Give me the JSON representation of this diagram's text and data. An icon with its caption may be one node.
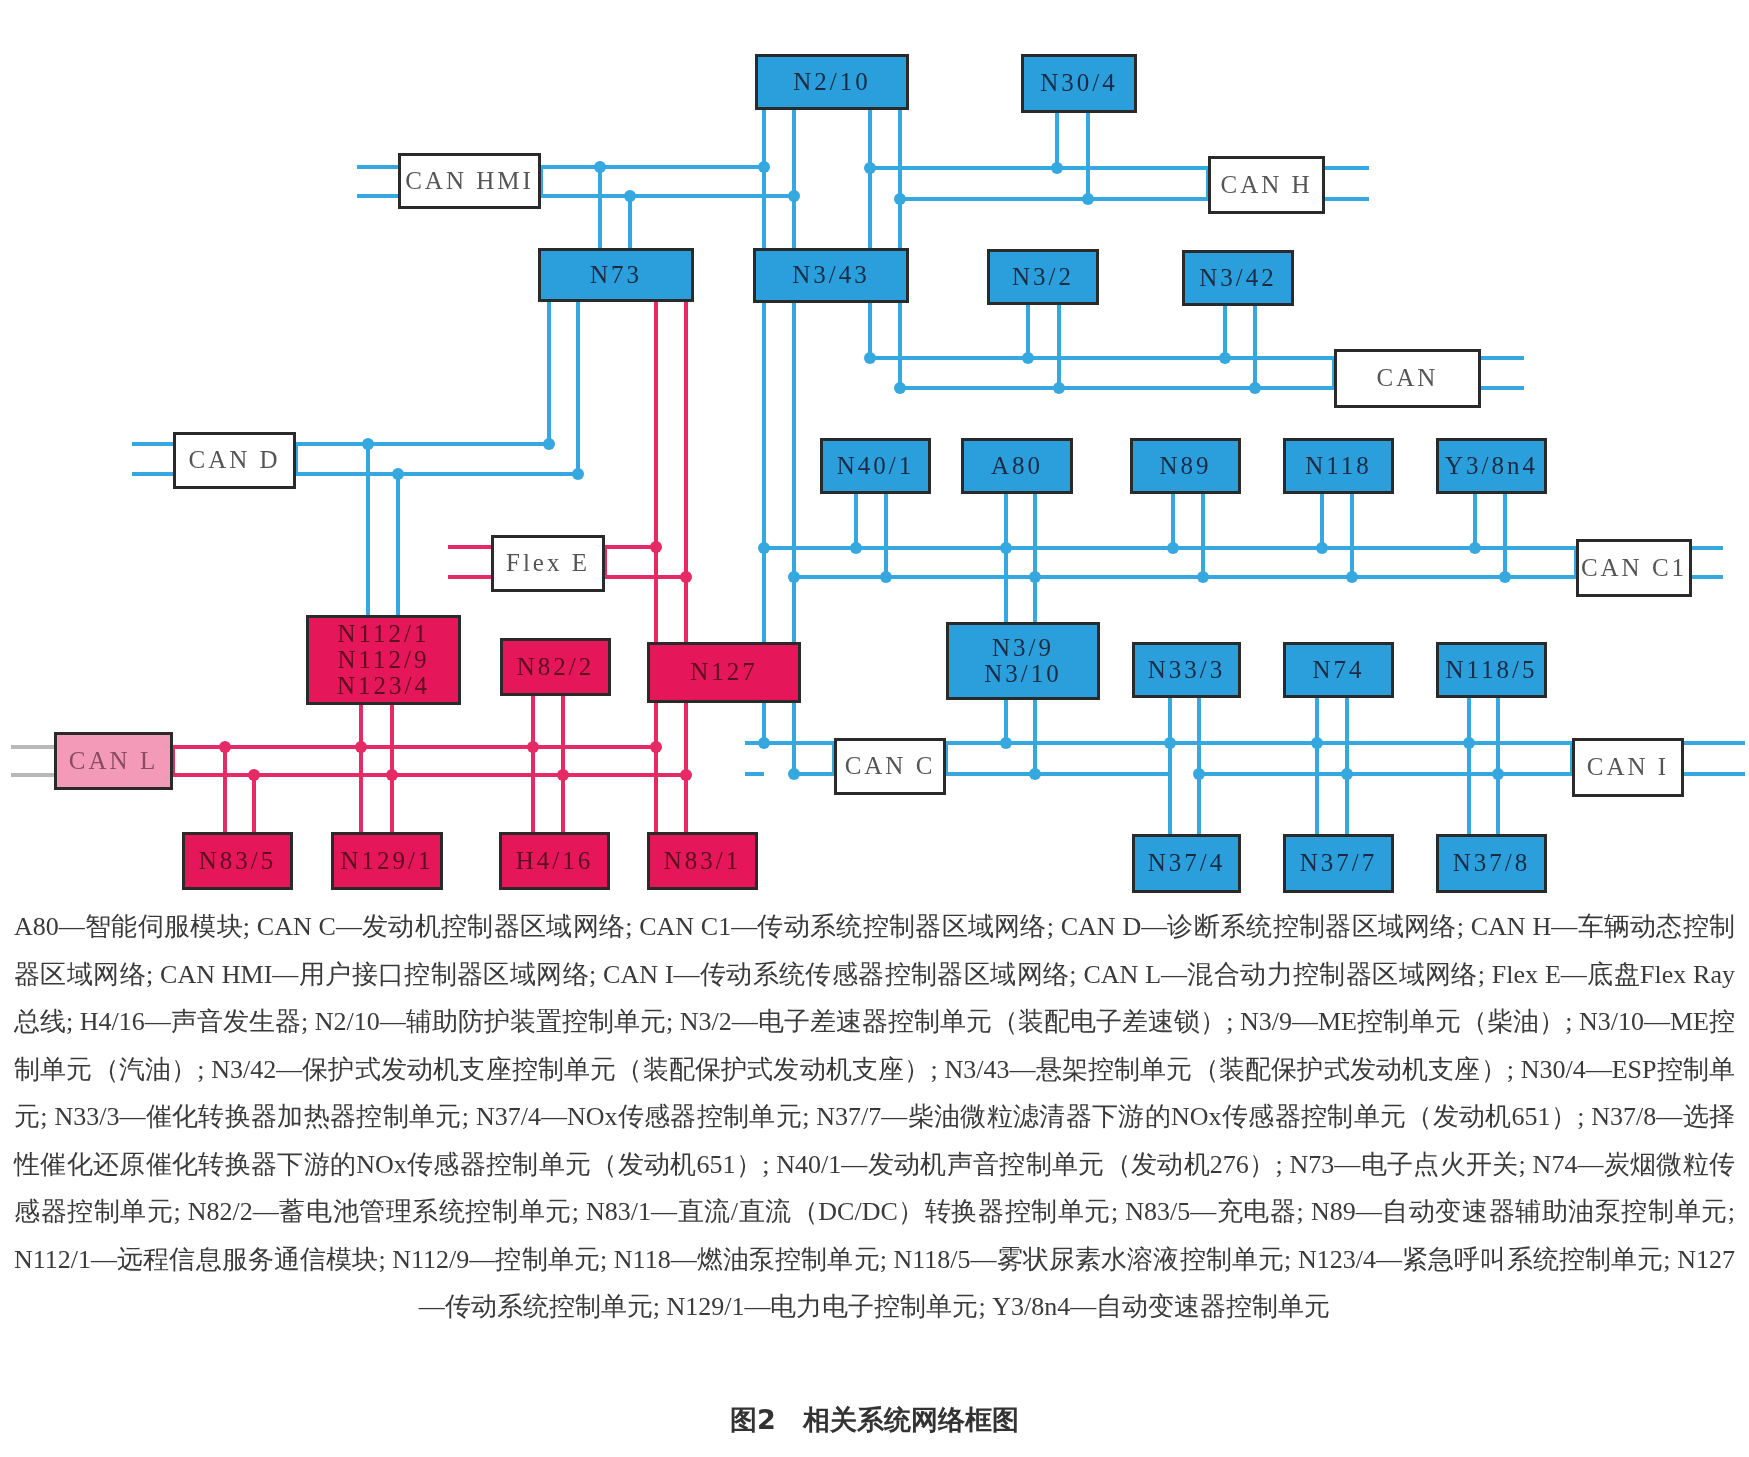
{
  "diagram": {
    "caption": "图2　相关系统网络框图",
    "nodes": [
      {
        "text": [
          "N2/10"
        ]
      },
      {
        "text": [
          "N30/4"
        ]
      },
      {
        "text": [
          "CAN HMI"
        ]
      },
      {
        "text": [
          "CAN H"
        ]
      },
      {
        "text": [
          "N73"
        ]
      },
      {
        "text": [
          "N3/43"
        ]
      },
      {
        "text": [
          "N3/2"
        ]
      },
      {
        "text": [
          "N3/42"
        ]
      },
      {
        "text": [
          "CAN"
        ]
      },
      {
        "text": [
          "CAN D"
        ]
      },
      {
        "text": [
          "N40/1"
        ]
      },
      {
        "text": [
          "A80"
        ]
      },
      {
        "text": [
          "N89"
        ]
      },
      {
        "text": [
          "N118"
        ]
      },
      {
        "text": [
          "Y3/8n4"
        ]
      },
      {
        "text": [
          "Flex E"
        ]
      },
      {
        "text": [
          "CAN C1"
        ]
      },
      {
        "text": [
          "N112/1",
          "N112/9",
          "N123/4"
        ]
      },
      {
        "text": [
          "N82/2"
        ]
      },
      {
        "text": [
          "N127"
        ]
      },
      {
        "text": [
          "N3/9",
          "N3/10"
        ]
      },
      {
        "text": [
          "N33/3"
        ]
      },
      {
        "text": [
          "N74"
        ]
      },
      {
        "text": [
          "N118/5"
        ]
      },
      {
        "text": [
          "CAN L"
        ]
      },
      {
        "text": [
          "CAN C"
        ]
      },
      {
        "text": [
          "CAN I"
        ]
      },
      {
        "text": [
          "N83/5"
        ]
      },
      {
        "text": [
          "N129/1"
        ]
      },
      {
        "text": [
          "H4/16"
        ]
      },
      {
        "text": [
          "N83/1"
        ]
      },
      {
        "text": [
          "N37/4"
        ]
      },
      {
        "text": [
          "N37/7"
        ]
      },
      {
        "text": [
          "N37/8"
        ]
      }
    ],
    "edges": [
      {
        "from": 4,
        "to": 2,
        "arrow": "none"
      },
      {
        "from": 0,
        "to": 2,
        "arrow": "none"
      },
      {
        "from": 5,
        "to": 2,
        "arrow": "none"
      },
      {
        "from": 0,
        "to": 3,
        "arrow": "none"
      },
      {
        "from": 5,
        "to": 3,
        "arrow": "none"
      },
      {
        "from": 1,
        "to": 3,
        "arrow": "none"
      },
      {
        "from": 5,
        "to": 8,
        "arrow": "none"
      },
      {
        "from": 6,
        "to": 8,
        "arrow": "none"
      },
      {
        "from": 7,
        "to": 8,
        "arrow": "none"
      },
      {
        "from": 4,
        "to": 9,
        "arrow": "none"
      },
      {
        "from": 17,
        "to": 9,
        "arrow": "none"
      },
      {
        "from": 4,
        "to": 15,
        "arrow": "none",
        "color": "#e52a66"
      },
      {
        "from": 19,
        "to": 15,
        "arrow": "none",
        "color": "#e52a66"
      },
      {
        "from": 5,
        "to": 16,
        "arrow": "none"
      },
      {
        "from": 19,
        "to": 16,
        "arrow": "none"
      },
      {
        "from": 10,
        "to": 16,
        "arrow": "none"
      },
      {
        "from": 11,
        "to": 16,
        "arrow": "none"
      },
      {
        "from": 20,
        "to": 16,
        "arrow": "none"
      },
      {
        "from": 12,
        "to": 16,
        "arrow": "none"
      },
      {
        "from": 13,
        "to": 16,
        "arrow": "none"
      },
      {
        "from": 14,
        "to": 16,
        "arrow": "none"
      },
      {
        "from": 17,
        "to": 24,
        "arrow": "none",
        "color": "#e52a66"
      },
      {
        "from": 27,
        "to": 24,
        "arrow": "none",
        "color": "#e52a66"
      },
      {
        "from": 28,
        "to": 24,
        "arrow": "none",
        "color": "#e52a66"
      },
      {
        "from": 18,
        "to": 24,
        "arrow": "none",
        "color": "#e52a66"
      },
      {
        "from": 29,
        "to": 24,
        "arrow": "none",
        "color": "#e52a66"
      },
      {
        "from": 19,
        "to": 24,
        "arrow": "none",
        "color": "#e52a66"
      },
      {
        "from": 30,
        "to": 24,
        "arrow": "none",
        "color": "#e52a66"
      },
      {
        "from": 19,
        "to": 25,
        "arrow": "none"
      },
      {
        "from": 20,
        "to": 25,
        "arrow": "none"
      },
      {
        "from": 21,
        "to": 26,
        "arrow": "none"
      },
      {
        "from": 31,
        "to": 26,
        "arrow": "none"
      },
      {
        "from": 22,
        "to": 26,
        "arrow": "none"
      },
      {
        "from": 32,
        "to": 26,
        "arrow": "none"
      },
      {
        "from": 23,
        "to": 26,
        "arrow": "none"
      },
      {
        "from": 33,
        "to": 26,
        "arrow": "none"
      }
    ],
    "labels": [
      "A80—智能伺服模块; CAN C—发动机控制器区域网络; CAN C1—传动系统控制器区域网络; CAN D—诊断系统控制器区域网络; CAN H—车辆动态控制器区域网络; CAN HMI—用户接口控制器区域网络; CAN I—传动系统传感器控制器区域网络; CAN L—混合动力控制器区域网络; Flex E—底盘Flex Ray总线; H4/16—声音发生器; N2/10—辅助防护装置控制单元; N3/2—电子差速器控制单元（装配电子差速锁）; N3/9—ME控制单元（柴油）; N3/10—ME控制单元（汽油）; N3/42—保护式发动机支座控制单元（装配保护式发动机支座）; N3/43—悬架控制单元（装配保护式发动机支座）; N30/4—ESP控制单元; N33/3—催化转换器加热器控制单元; N37/4—NOx传感器控制单元; N37/7—柴油微粒滤清器下游的NOx传感器控制单元（发动机651）; N37/8—选择性催化还原催化转换器下游的NOx传感器控制单元（发动机651）; N40/1—发动机声音控制单元（发动机276）; N73—电子点火开关; N74—炭烟微粒传感器控制单元; N82/2—蓄电池管理系统控制单元; N83/1—直流/直流（DC/DC）转换器控制单元; N83/5—充电器; N89—自动变速器辅助油泵控制单元; N112/1—远程信息服务通信模块; N112/9—控制单元; N118—燃油泵控制单元; N118/5—雾状尿素水溶液控制单元; N123/4—紧急呼叫系统控制单元; N127—传动系统控制单元; N129/1—电力电子控制单元; Y3/8n4—自动变速器控制单元"
    ]
  }
}
